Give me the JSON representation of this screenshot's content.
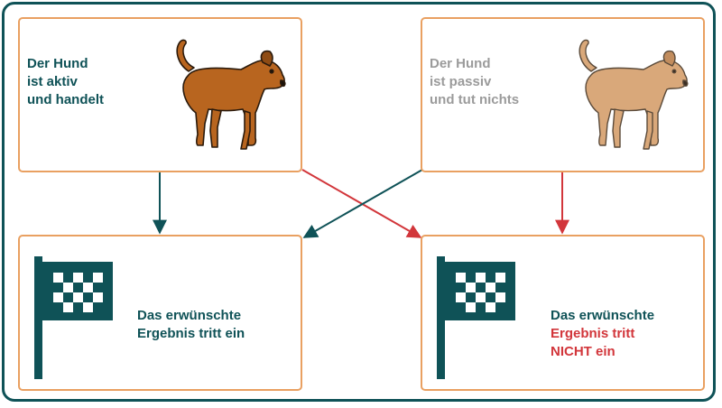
{
  "colors": {
    "teal": "#0f5257",
    "gray": "#9b9b9b",
    "red": "#d2363b",
    "box_border": "#e9a061",
    "dog_active": "#b8651f",
    "dog_passive": "#d9a87a"
  },
  "active_box": {
    "lines": [
      "Der Hund",
      "ist aktiv",
      "und handelt"
    ],
    "icon": "dog-icon"
  },
  "passive_box": {
    "lines": [
      "Der Hund",
      "ist passiv",
      "und tut nichts"
    ],
    "icon": "dog-icon"
  },
  "success_box": {
    "lines": [
      "Das erwünschte",
      "Ergebnis tritt ein"
    ],
    "icon": "checkered-flag-icon"
  },
  "failure_box": {
    "lines": [
      "Das erwünschte",
      "Ergebnis tritt",
      "NICHT ein"
    ],
    "icon": "checkered-flag-icon"
  },
  "arrows": [
    {
      "from": "active_box",
      "to": "success_box",
      "color": "teal"
    },
    {
      "from": "active_box",
      "to": "failure_box",
      "color": "red"
    },
    {
      "from": "passive_box",
      "to": "success_box",
      "color": "teal"
    },
    {
      "from": "passive_box",
      "to": "failure_box",
      "color": "red"
    }
  ]
}
